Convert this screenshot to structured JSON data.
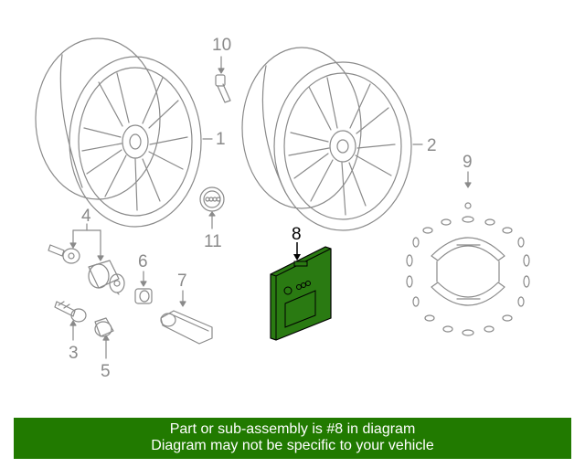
{
  "diagram": {
    "highlight_color": "#2a7a12",
    "line_color": "#8a8a8a",
    "parts": [
      {
        "number": "1",
        "icon": "wheel-icon",
        "highlighted": false
      },
      {
        "number": "2",
        "icon": "wheel-icon",
        "highlighted": false
      },
      {
        "number": "3",
        "icon": "bolt-icon",
        "highlighted": false
      },
      {
        "number": "4",
        "icon": "wheel-lock-icon",
        "highlighted": false
      },
      {
        "number": "5",
        "icon": "cap-icon",
        "highlighted": false
      },
      {
        "number": "6",
        "icon": "nut-icon",
        "highlighted": false
      },
      {
        "number": "7",
        "icon": "tool-icon",
        "highlighted": false
      },
      {
        "number": "8",
        "icon": "module-icon",
        "highlighted": true
      },
      {
        "number": "9",
        "icon": "gasket-icon",
        "highlighted": false
      },
      {
        "number": "10",
        "icon": "valve-icon",
        "highlighted": false
      },
      {
        "number": "11",
        "icon": "center-cap-icon",
        "highlighted": false
      }
    ]
  },
  "banner": {
    "line1": "Part or sub-assembly is #8 in diagram",
    "line2": "Diagram may not be specific to your vehicle",
    "color": "#217a00"
  }
}
